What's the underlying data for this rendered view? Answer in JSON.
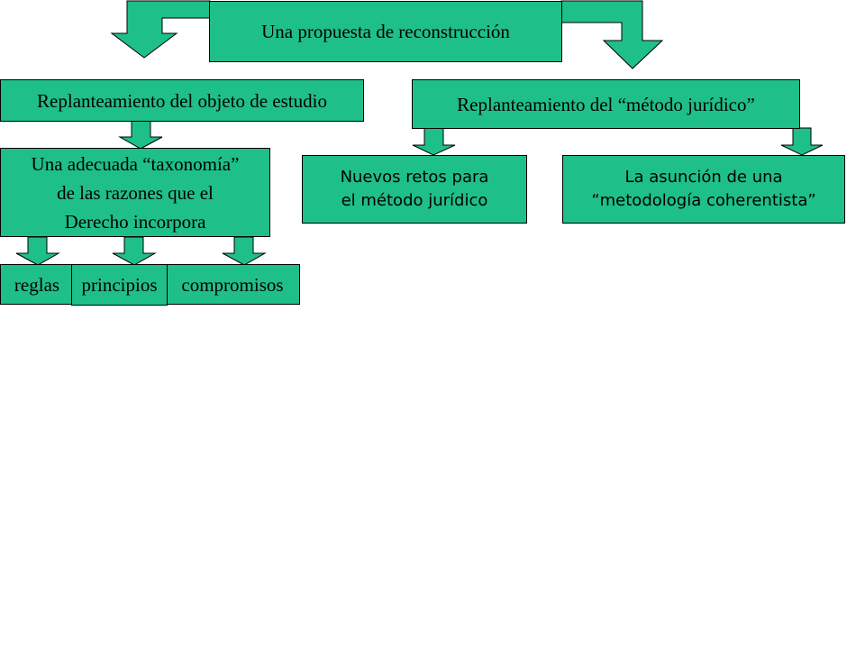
{
  "diagram": {
    "title": "Una propuesta de reconstrucción",
    "left_branch": {
      "label": "Replanteamiento del objeto de estudio",
      "child": "Una adecuada “taxonomía”\nde las razones que el\nDerecho incorpora",
      "leaves": [
        "reglas",
        "principios",
        "compromisos"
      ]
    },
    "right_branch": {
      "label": "Replanteamiento del “método jurídico”",
      "children": [
        "Nuevos retos para\nel método jurídico",
        "La asunción de una\n“metodología coherentista”"
      ]
    }
  },
  "colors": {
    "box_fill": "#1fbf8a",
    "border": "#000000",
    "background": "#ffffff"
  }
}
